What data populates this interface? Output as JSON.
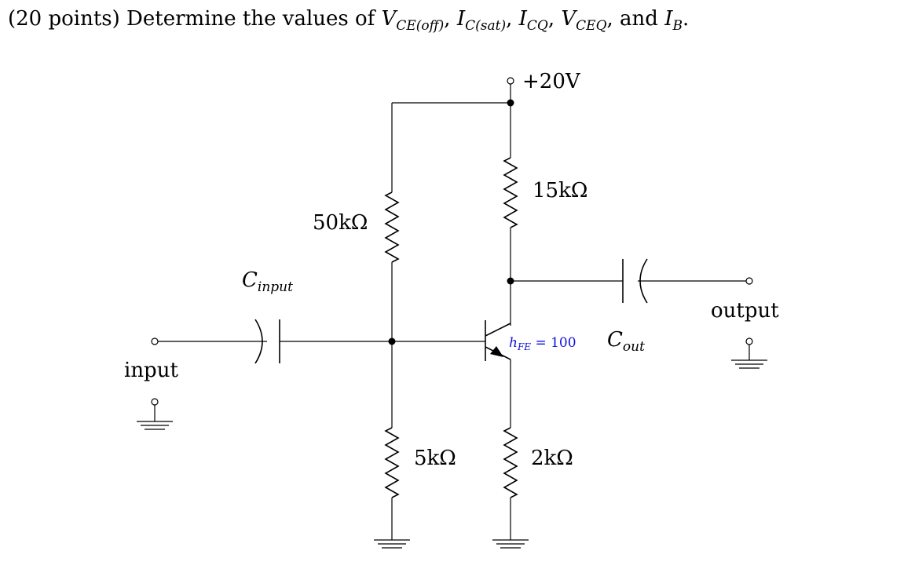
{
  "question": {
    "prefix": "(20 points) Determine the values of",
    "v_sym": "V",
    "vce_off_sub": "CE(off)",
    "i_sym": "I",
    "ic_sat_sub": "C(sat)",
    "icq_sub": "CQ",
    "vceq_sub": "CEQ",
    "and_word": "and",
    "ib_sub": "B",
    "comma": ",",
    "period": "."
  },
  "circuit": {
    "supply_label": "+20V",
    "r_collector": "15kΩ",
    "r_bias_top": "50kΩ",
    "r_bias_bottom": "5kΩ",
    "r_emitter": "2kΩ",
    "c_input_sym": "C",
    "c_input_sub": "input",
    "c_output_sym": "C",
    "c_output_sub": "out",
    "hfe_sym": "h",
    "hfe_sub": "FE",
    "hfe_value": " = 100",
    "input_label": "input",
    "output_label": "output"
  }
}
